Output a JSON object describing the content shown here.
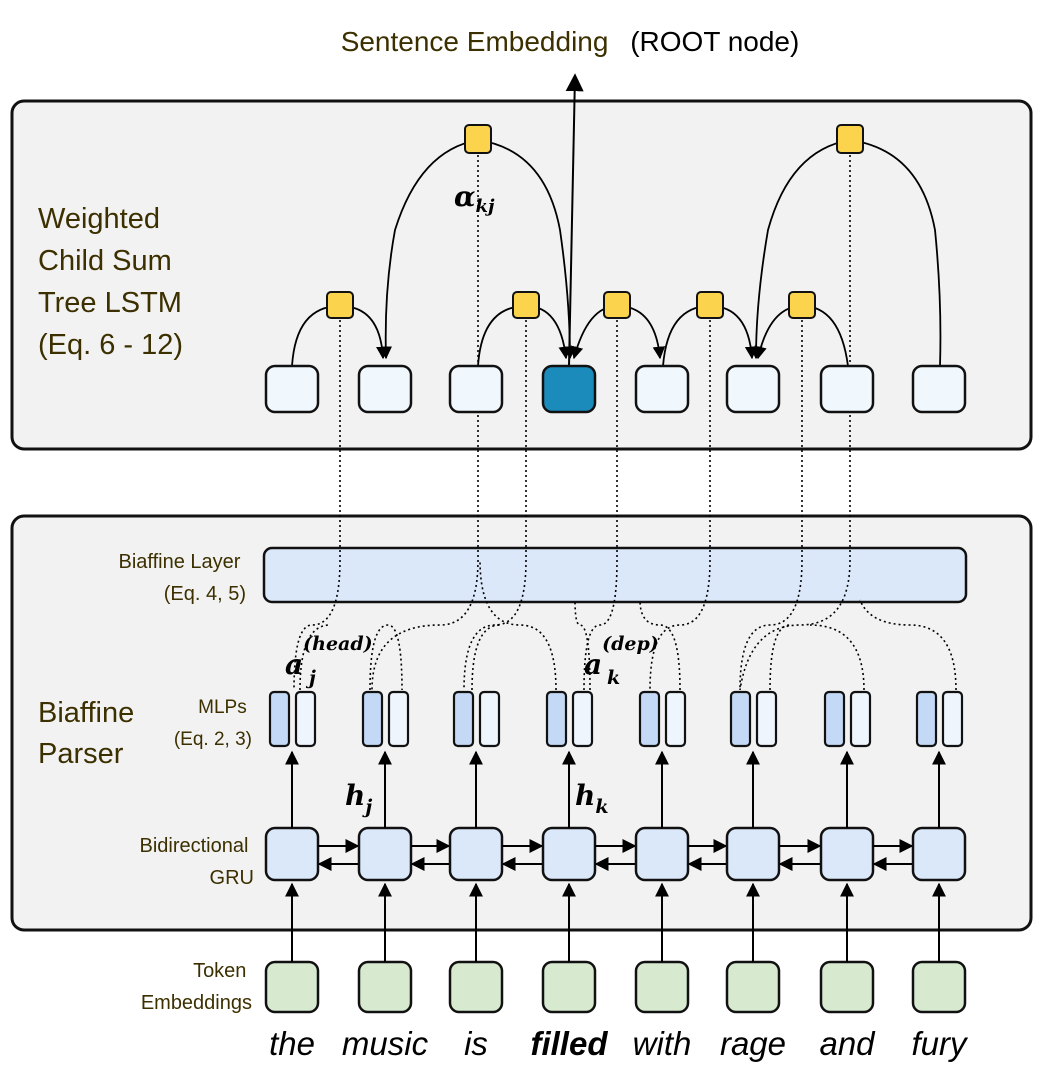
{
  "title": {
    "main": "Sentence Embedding",
    "note": "(ROOT node)"
  },
  "tree_lstm": {
    "label_lines": [
      "Weighted",
      "Child Sum",
      "Tree LSTM",
      "(Eq. 6 - 12)"
    ],
    "alpha_base": "α",
    "alpha_sub": "kj"
  },
  "parser": {
    "title_lines": [
      "Biaffine",
      "Parser"
    ],
    "biaffine_label_lines": [
      "Biaffine Layer",
      "(Eq. 4, 5)"
    ],
    "mlp_label_lines": [
      "MLPs",
      "(Eq. 2, 3)"
    ],
    "gru_label_lines": [
      "Bidirectional",
      "GRU"
    ],
    "head_base": "a",
    "head_sub": "j",
    "head_sup": "(head)",
    "dep_base": "a",
    "dep_sub": "k",
    "dep_sup": "(dep)",
    "hj_base": "h",
    "hj_sub": "j",
    "hk_base": "h",
    "hk_sub": "k"
  },
  "embeddings": {
    "label_lines": [
      "Token",
      "Embeddings"
    ]
  },
  "tokens": [
    "the",
    "music",
    "is",
    "filled",
    "with",
    "rage",
    "and",
    "fury"
  ],
  "root_token_index": 3,
  "colors": {
    "node": "#f1f8fd",
    "root_node": "#1a8bbb",
    "gate": "#fcd34d",
    "gru": "#dbe8fa",
    "mlp_head": "#c4d9f5",
    "mlp_dep": "#eef5fd",
    "embedding": "#d7ead0",
    "biaffine": "#dbe8fa",
    "panel": "#f2f2f2",
    "label": "#3c3000"
  }
}
